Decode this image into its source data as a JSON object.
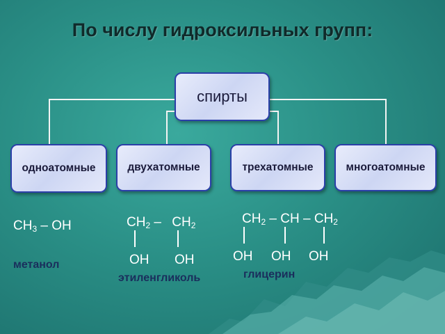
{
  "title": "По числу  гидроксильных групп:",
  "root": "спирты",
  "categories": [
    "одноатомные",
    "двухатомные",
    "трехатомные",
    "многоатомные"
  ],
  "examples": {
    "methanol": {
      "formula": {
        "a": "CH",
        "a_sub": "3",
        "sep": " – ",
        "b": "OH"
      },
      "name": "метанол"
    },
    "ethylene_glycol": {
      "top": {
        "c1": "CH",
        "c1_sub": "2",
        "sep": " – ",
        "c2": "CH",
        "c2_sub": "2"
      },
      "oh1": "OH",
      "oh2": "OH",
      "name": "этиленгликоль"
    },
    "glycerin": {
      "top": {
        "c1": "CH",
        "c1_sub": "2",
        "sep1": " – ",
        "c2": "CH",
        "sep2": " – ",
        "c3": "CH",
        "c3_sub": "2"
      },
      "oh1": "OH",
      "oh2": "OH",
      "oh3": "OH",
      "name": "глицерин"
    }
  }
}
